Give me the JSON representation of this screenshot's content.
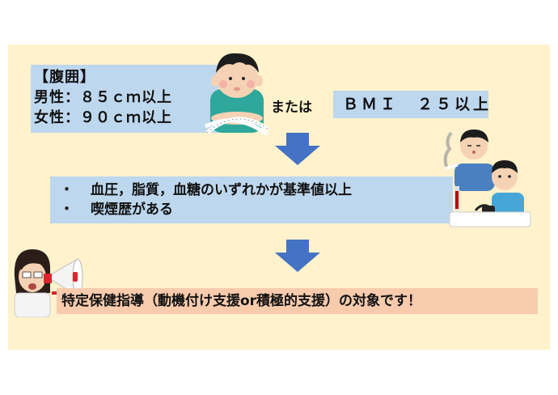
{
  "slide": {
    "background_color": "#fff2cc",
    "box_blue_color": "#bdd7ee",
    "box_peach_color": "#f8cbad",
    "arrow_color": "#4472c4"
  },
  "criteria": {
    "waist": {
      "title": "【腹囲】",
      "male": "男性：８５ｃｍ以上",
      "female": "女性：９０ｃｍ以上"
    },
    "or_label": "または",
    "bmi": "ＢＭＩ　２５以上"
  },
  "conditions": {
    "items": [
      {
        "bullet": "・",
        "text": "血圧，脂質，血糖のいずれかが基準値以上"
      },
      {
        "bullet": "・",
        "text": "喫煙歴がある"
      }
    ]
  },
  "result": {
    "text": "特定保健指導（動機付け支援or積極的支援）の対象です！"
  },
  "illustrations": {
    "waist_person": "man-measuring-waist-illustration",
    "smoker_and_bp": "smoker-and-blood-pressure-illustration",
    "megaphone": "woman-with-megaphone-illustration"
  }
}
